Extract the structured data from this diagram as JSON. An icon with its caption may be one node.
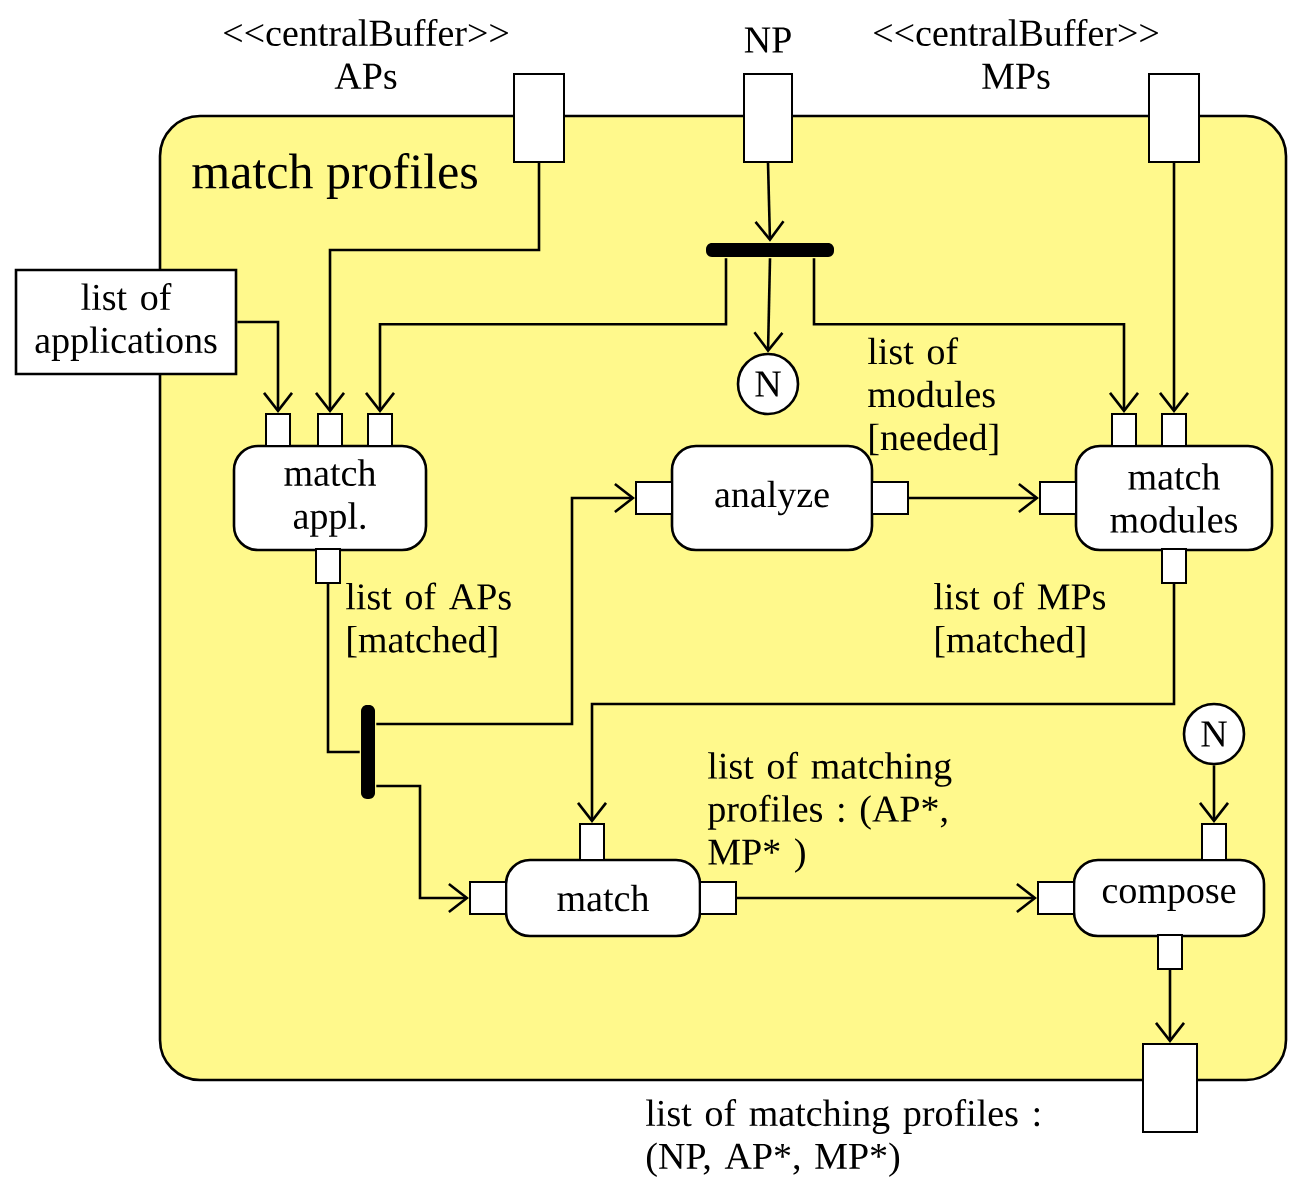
{
  "diagram": {
    "nodes": [
      {
        "text": [
          "match profiles"
        ]
      },
      {
        "text": [],
        "shape": "box",
        "beside": [
          "<<centralBuffer>> APs"
        ]
      },
      {
        "text": [],
        "shape": "box",
        "beside": [
          "NP"
        ]
      },
      {
        "text": [],
        "shape": "box",
        "beside": [
          "<<centralBuffer>> MPs"
        ]
      },
      {
        "text": [],
        "shape": "bar",
        "in": 0
      },
      {
        "text": [
          "list of applications"
        ]
      },
      {
        "text": [
          "N"
        ],
        "in": 0
      },
      {
        "text": [
          "match appl."
        ],
        "in": 0
      },
      {
        "text": [],
        "shape": "box",
        "in": 0
      },
      {
        "text": [],
        "shape": "box",
        "in": 0
      },
      {
        "text": [],
        "shape": "box",
        "in": 0
      },
      {
        "text": [],
        "shape": "box",
        "in": 0,
        "beside": [
          "list of APs [matched]"
        ]
      },
      {
        "text": [
          "analyze"
        ],
        "in": 0
      },
      {
        "text": [],
        "shape": "box",
        "in": 0
      },
      {
        "text": [],
        "shape": "box",
        "in": 0
      },
      {
        "text": [
          "match modules"
        ],
        "in": 0
      },
      {
        "text": [],
        "shape": "box",
        "in": 0
      },
      {
        "text": [],
        "shape": "box",
        "in": 0
      },
      {
        "text": [],
        "shape": "box",
        "in": 0
      },
      {
        "text": [],
        "shape": "box",
        "in": 0
      },
      {
        "text": [],
        "shape": "bar",
        "in": 0
      },
      {
        "text": [
          "N"
        ],
        "in": 0
      },
      {
        "text": [
          "match"
        ],
        "in": 0
      },
      {
        "text": [],
        "shape": "box",
        "in": 0
      },
      {
        "text": [],
        "shape": "box",
        "in": 0
      },
      {
        "text": [],
        "shape": "box",
        "in": 0
      },
      {
        "text": [
          "compose"
        ],
        "in": 0
      },
      {
        "text": [],
        "shape": "box",
        "in": 0
      },
      {
        "text": [],
        "shape": "box",
        "in": 0
      },
      {
        "text": [],
        "shape": "box",
        "in": 0
      },
      {
        "text": [],
        "shape": "box",
        "beside": [
          "list of matching profiles : (NP, AP*, MP*)"
        ]
      }
    ],
    "edges": [
      {
        "from": 5,
        "to": 8,
        "arrow": "to"
      },
      {
        "from": 1,
        "to": 9,
        "arrow": "to"
      },
      {
        "from": 2,
        "to": 4,
        "arrow": "to"
      },
      {
        "from": 4,
        "to": 6,
        "arrow": "to"
      },
      {
        "from": 4,
        "to": 10,
        "arrow": "to"
      },
      {
        "from": 4,
        "to": 16,
        "arrow": "to"
      },
      {
        "from": 3,
        "to": 17,
        "arrow": "to"
      },
      {
        "from": 11,
        "to": 20,
        "arrow": "none"
      },
      {
        "from": 20,
        "to": 13,
        "arrow": "to"
      },
      {
        "from": 20,
        "to": 23,
        "arrow": "to"
      },
      {
        "from": 14,
        "to": 18,
        "arrow": "to"
      },
      {
        "from": 19,
        "to": 24,
        "arrow": "to"
      },
      {
        "from": 25,
        "to": 27,
        "arrow": "to",
        "label": "list of matching profiles : (AP*, MP* )"
      },
      {
        "from": 21,
        "to": 28,
        "arrow": "to"
      },
      {
        "from": 29,
        "to": 30,
        "arrow": "to"
      }
    ],
    "labels": [
      "list of modules [needed]",
      "list of MPs [matched]"
    ]
  }
}
